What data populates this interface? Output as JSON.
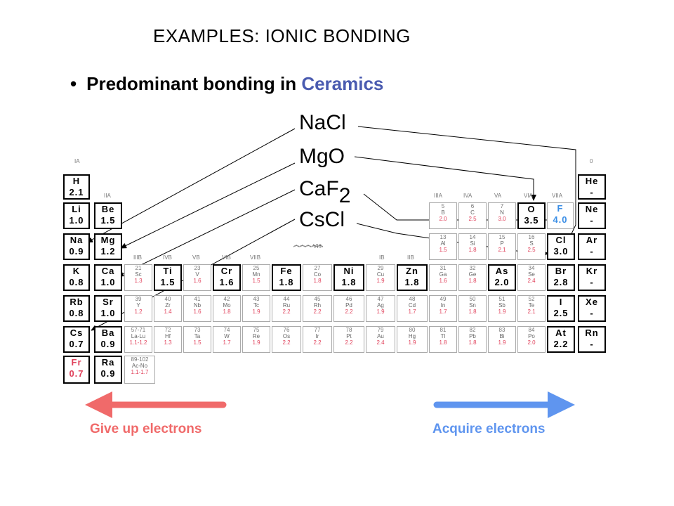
{
  "title": "EXAMPLES:  IONIC BONDING",
  "bullet": {
    "marker": "•",
    "text": "Predominant bonding in ",
    "highlight": "Ceramics",
    "highlight_color": "#4a5bb0"
  },
  "compounds": {
    "nacl": "NaCl",
    "mgo": "MgO",
    "caf2_base": "CaF",
    "caf2_sub": "2",
    "cscl": "CsCl"
  },
  "captions": {
    "give": "Give up electrons",
    "acquire": "Acquire electrons",
    "give_color": "#f06a6a",
    "acquire_color": "#5f95ef"
  },
  "group_labels": {
    "ia": "IA",
    "iia": "IIA",
    "iiib": "IIIB",
    "ivb": "IVB",
    "vb": "VB",
    "vib": "VIB",
    "viib": "VIIB",
    "viii": "VIII",
    "ib": "IB",
    "iib": "IIB",
    "iiia": "IIIA",
    "iva": "IVA",
    "va": "VA",
    "via": "VIA",
    "viia": "VIIA",
    "zero": "0"
  },
  "main_cells": {
    "h": {
      "sym": "H",
      "en": "2.1"
    },
    "li": {
      "sym": "Li",
      "en": "1.0"
    },
    "na": {
      "sym": "Na",
      "en": "0.9"
    },
    "k": {
      "sym": "K",
      "en": "0.8"
    },
    "rb": {
      "sym": "Rb",
      "en": "0.8"
    },
    "cs": {
      "sym": "Cs",
      "en": "0.7"
    },
    "fr": {
      "sym": "Fr",
      "en": "0.7"
    },
    "be": {
      "sym": "Be",
      "en": "1.5"
    },
    "mg": {
      "sym": "Mg",
      "en": "1.2"
    },
    "ca": {
      "sym": "Ca",
      "en": "1.0"
    },
    "sr": {
      "sym": "Sr",
      "en": "1.0"
    },
    "ba": {
      "sym": "Ba",
      "en": "0.9"
    },
    "ra": {
      "sym": "Ra",
      "en": "0.9"
    },
    "ti": {
      "sym": "Ti",
      "en": "1.5"
    },
    "cr": {
      "sym": "Cr",
      "en": "1.6"
    },
    "fe": {
      "sym": "Fe",
      "en": "1.8"
    },
    "ni": {
      "sym": "Ni",
      "en": "1.8"
    },
    "zn": {
      "sym": "Zn",
      "en": "1.8"
    },
    "as": {
      "sym": "As",
      "en": "2.0"
    },
    "o": {
      "sym": "O",
      "en": "3.5"
    },
    "f": {
      "sym": "F",
      "en": "4.0"
    },
    "cl": {
      "sym": "Cl",
      "en": "3.0"
    },
    "br": {
      "sym": "Br",
      "en": "2.8"
    },
    "i": {
      "sym": "I",
      "en": "2.5"
    },
    "at": {
      "sym": "At",
      "en": "2.2"
    },
    "he": {
      "sym": "He",
      "en": "-"
    },
    "ne": {
      "sym": "Ne",
      "en": "-"
    },
    "ar": {
      "sym": "Ar",
      "en": "-"
    },
    "kr": {
      "sym": "Kr",
      "en": "-"
    },
    "xe": {
      "sym": "Xe",
      "en": "-"
    },
    "rn": {
      "sym": "Rn",
      "en": "-"
    }
  },
  "faint_cells": {
    "sc": {
      "z": "21",
      "sym": "Sc",
      "en": "1.3"
    },
    "v": {
      "z": "23",
      "sym": "V",
      "en": "1.6"
    },
    "mn": {
      "z": "25",
      "sym": "Mn",
      "en": "1.5"
    },
    "co": {
      "z": "27",
      "sym": "Co",
      "en": "1.8"
    },
    "cu": {
      "z": "29",
      "sym": "Cu",
      "en": "1.9"
    },
    "ga": {
      "z": "31",
      "sym": "Ga",
      "en": "1.6"
    },
    "ge": {
      "z": "32",
      "sym": "Ge",
      "en": "1.8"
    },
    "se": {
      "z": "34",
      "sym": "Se",
      "en": "2.4"
    },
    "b": {
      "z": "5",
      "sym": "B",
      "en": "2.0"
    },
    "c": {
      "z": "6",
      "sym": "C",
      "en": "2.5"
    },
    "n": {
      "z": "7",
      "sym": "N",
      "en": "3.0"
    },
    "al": {
      "z": "13",
      "sym": "Al",
      "en": "1.5"
    },
    "si": {
      "z": "14",
      "sym": "Si",
      "en": "1.8"
    },
    "p": {
      "z": "15",
      "sym": "P",
      "en": "2.1"
    },
    "s": {
      "z": "16",
      "sym": "S",
      "en": "2.5"
    },
    "y": {
      "z": "39",
      "sym": "Y",
      "en": "1.2"
    },
    "zr": {
      "z": "40",
      "sym": "Zr",
      "en": "1.4"
    },
    "nb": {
      "z": "41",
      "sym": "Nb",
      "en": "1.6"
    },
    "mo": {
      "z": "42",
      "sym": "Mo",
      "en": "1.8"
    },
    "tc": {
      "z": "43",
      "sym": "Tc",
      "en": "1.9"
    },
    "ru": {
      "z": "44",
      "sym": "Ru",
      "en": "2.2"
    },
    "rh": {
      "z": "45",
      "sym": "Rh",
      "en": "2.2"
    },
    "pd": {
      "z": "46",
      "sym": "Pd",
      "en": "2.2"
    },
    "ag": {
      "z": "47",
      "sym": "Ag",
      "en": "1.9"
    },
    "cd": {
      "z": "48",
      "sym": "Cd",
      "en": "1.7"
    },
    "in": {
      "z": "49",
      "sym": "In",
      "en": "1.7"
    },
    "sn": {
      "z": "50",
      "sym": "Sn",
      "en": "1.8"
    },
    "sb": {
      "z": "51",
      "sym": "Sb",
      "en": "1.9"
    },
    "te": {
      "z": "52",
      "sym": "Te",
      "en": "2.1"
    },
    "la": {
      "z": "57-71",
      "sym": "La-Lu",
      "en": "1.1-1.2"
    },
    "hf": {
      "z": "72",
      "sym": "Hf",
      "en": "1.3"
    },
    "ta": {
      "z": "73",
      "sym": "Ta",
      "en": "1.5"
    },
    "w": {
      "z": "74",
      "sym": "W",
      "en": "1.7"
    },
    "re": {
      "z": "75",
      "sym": "Re",
      "en": "1.9"
    },
    "os": {
      "z": "76",
      "sym": "Os",
      "en": "2.2"
    },
    "ir": {
      "z": "77",
      "sym": "Ir",
      "en": "2.2"
    },
    "pt": {
      "z": "78",
      "sym": "Pt",
      "en": "2.2"
    },
    "au": {
      "z": "79",
      "sym": "Au",
      "en": "2.4"
    },
    "hg": {
      "z": "80",
      "sym": "Hg",
      "en": "1.9"
    },
    "tl": {
      "z": "81",
      "sym": "Tl",
      "en": "1.8"
    },
    "pb": {
      "z": "82",
      "sym": "Pb",
      "en": "1.8"
    },
    "bi": {
      "z": "83",
      "sym": "Bi",
      "en": "1.9"
    },
    "po": {
      "z": "84",
      "sym": "Po",
      "en": "2.0"
    },
    "ac": {
      "z": "89-102",
      "sym": "Ac-No",
      "en": "1.1-1.7"
    }
  }
}
